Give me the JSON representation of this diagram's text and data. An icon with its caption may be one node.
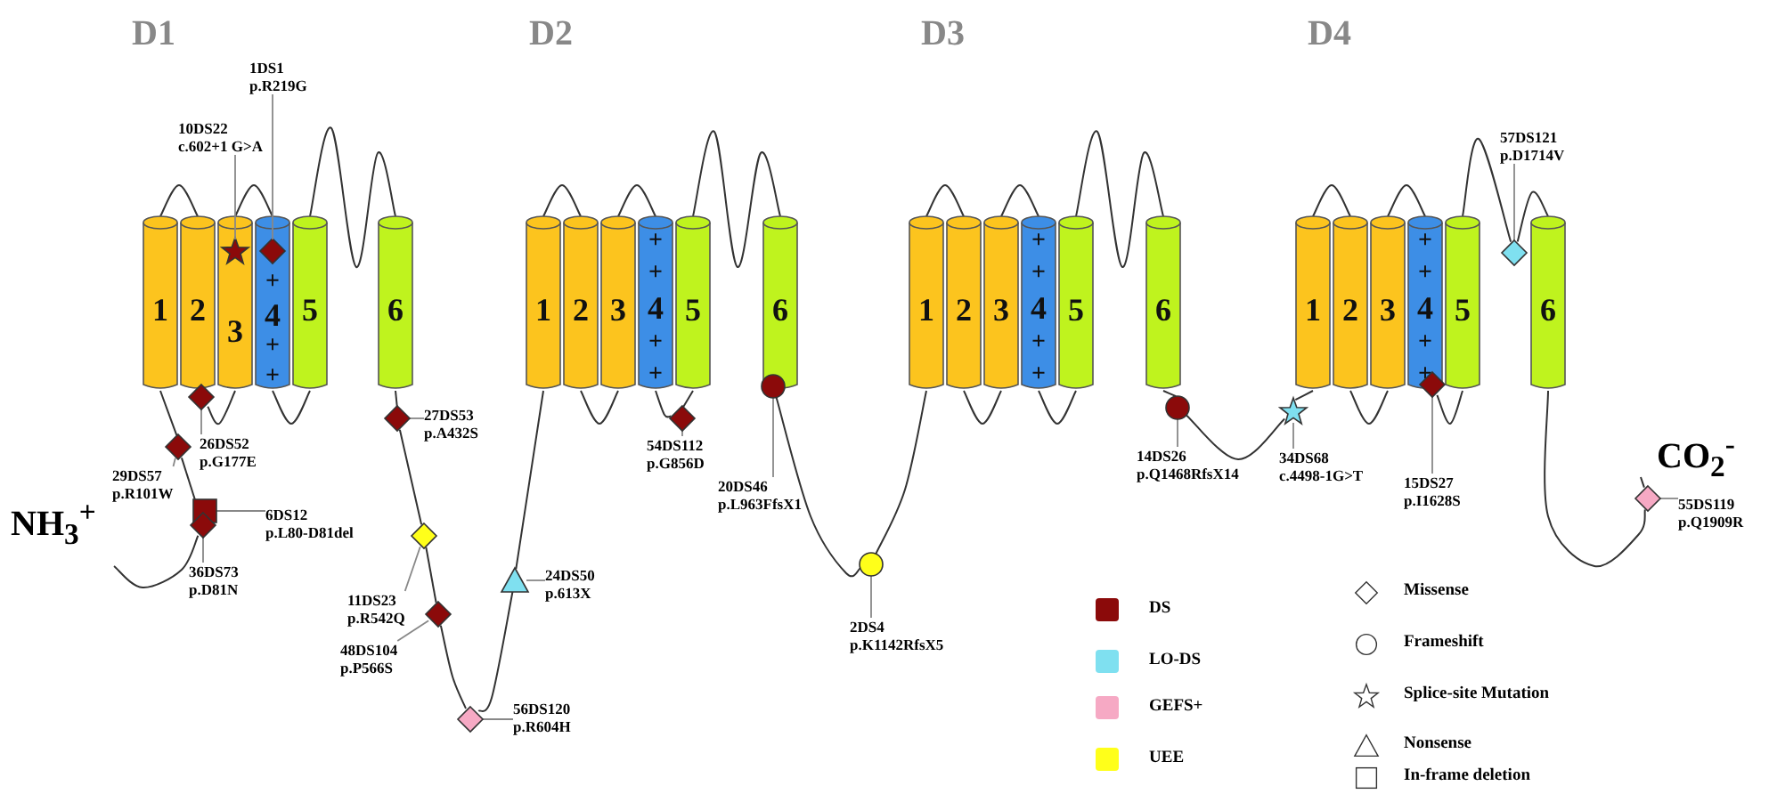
{
  "diagram": {
    "nodes": [
      {
        "text": [
          "1"
        ]
      },
      {
        "text": [
          "2"
        ]
      },
      {
        "text": [
          "3"
        ]
      },
      {
        "text": [
          "+",
          "4",
          "+",
          "+"
        ]
      },
      {
        "text": [
          "5"
        ]
      },
      {
        "text": [
          "6"
        ]
      },
      {
        "text": [
          "1"
        ]
      },
      {
        "text": [
          "2"
        ]
      },
      {
        "text": [
          "3"
        ]
      },
      {
        "text": [
          "+",
          "+",
          "4",
          "+",
          "+"
        ]
      },
      {
        "text": [
          "5"
        ]
      },
      {
        "text": [
          "6"
        ]
      },
      {
        "text": [
          "1"
        ]
      },
      {
        "text": [
          "2"
        ]
      },
      {
        "text": [
          "3"
        ]
      },
      {
        "text": [
          "+",
          "+",
          "4",
          "+",
          "+"
        ]
      },
      {
        "text": [
          "5"
        ]
      },
      {
        "text": [
          "6"
        ]
      },
      {
        "text": [
          "1"
        ]
      },
      {
        "text": [
          "2"
        ]
      },
      {
        "text": [
          "3"
        ]
      },
      {
        "text": [
          "+",
          "+",
          "4",
          "+",
          "+"
        ]
      },
      {
        "text": [
          "5"
        ]
      },
      {
        "text": [
          "6"
        ]
      },
      {
        "text": [
          "1DS1",
          "p.R219G"
        ]
      },
      {
        "text": [],
        "shape": "diamond",
        "in": 3
      },
      {
        "text": [
          "10DS22",
          "c.602+1 G>A"
        ]
      },
      {
        "text": [],
        "shape": "star",
        "in": 2
      },
      {
        "text": [
          "26DS52",
          "p.G177E"
        ]
      },
      {
        "text": [],
        "shape": "diamond"
      },
      {
        "text": [
          "29DS57",
          "p.R101W"
        ]
      },
      {
        "text": [],
        "shape": "diamond"
      },
      {
        "text": [
          "6DS12",
          "p.L80-D81del"
        ]
      },
      {
        "text": [],
        "shape": "box"
      },
      {
        "text": [
          "36DS73",
          "p.D81N"
        ]
      },
      {
        "text": [],
        "shape": "diamond"
      },
      {
        "text": [
          "27DS53",
          "p.A432S"
        ]
      },
      {
        "text": [],
        "shape": "diamond"
      },
      {
        "text": [
          "11DS23",
          "p.R542Q"
        ]
      },
      {
        "text": [],
        "shape": "diamond"
      },
      {
        "text": [
          "48DS104",
          "p.P566S"
        ]
      },
      {
        "text": [],
        "shape": "diamond"
      },
      {
        "text": [
          "56DS120",
          "p.R604H"
        ]
      },
      {
        "text": [],
        "shape": "diamond"
      },
      {
        "text": [
          "24DS50",
          "p.613X"
        ]
      },
      {
        "text": [],
        "shape": "triangle"
      },
      {
        "text": [
          "54DS112",
          "p.G856D"
        ]
      },
      {
        "text": [],
        "shape": "diamond"
      },
      {
        "text": [
          "20DS46",
          "p.L963FfsX1"
        ]
      },
      {
        "text": [],
        "shape": "circle"
      },
      {
        "text": [
          "2DS4",
          "p.K1142RfsX5"
        ]
      },
      {
        "text": [],
        "shape": "circle"
      },
      {
        "text": [
          "14DS26",
          "p.Q1468RfsX14"
        ]
      },
      {
        "text": [],
        "shape": "circle"
      },
      {
        "text": [
          "34DS68",
          "c.4498-1G>T"
        ]
      },
      {
        "text": [],
        "shape": "star"
      },
      {
        "text": [
          "15DS27",
          "p.I1628S"
        ]
      },
      {
        "text": [],
        "shape": "diamond"
      },
      {
        "text": [
          "57DS121",
          "p.D1714V"
        ]
      },
      {
        "text": [],
        "shape": "diamond"
      },
      {
        "text": [
          "55DS119",
          "p.Q1909R"
        ]
      },
      {
        "text": [],
        "shape": "diamond"
      }
    ],
    "edges": [
      {
        "from": 24,
        "to": 25,
        "arrow": "none"
      },
      {
        "from": 26,
        "to": 27,
        "arrow": "none"
      },
      {
        "from": 28,
        "to": 29,
        "arrow": "none"
      },
      {
        "from": 30,
        "to": 31,
        "arrow": "none"
      },
      {
        "from": 32,
        "to": 33,
        "arrow": "none"
      },
      {
        "from": 34,
        "to": 35,
        "arrow": "none"
      },
      {
        "from": 36,
        "to": 37,
        "arrow": "none"
      },
      {
        "from": 38,
        "to": 39,
        "arrow": "none"
      },
      {
        "from": 40,
        "to": 41,
        "arrow": "none"
      },
      {
        "from": 42,
        "to": 43,
        "arrow": "none"
      },
      {
        "from": 44,
        "to": 45,
        "arrow": "none"
      },
      {
        "from": 46,
        "to": 47,
        "arrow": "none"
      },
      {
        "from": 48,
        "to": 49,
        "arrow": "none"
      },
      {
        "from": 50,
        "to": 51,
        "arrow": "none"
      },
      {
        "from": 52,
        "to": 53,
        "arrow": "none"
      },
      {
        "from": 54,
        "to": 55,
        "arrow": "none"
      },
      {
        "from": 56,
        "to": 57,
        "arrow": "none"
      },
      {
        "from": 58,
        "to": 59,
        "arrow": "none"
      },
      {
        "from": 60,
        "to": 61,
        "arrow": "none"
      },
      {
        "from": null,
        "to": 35,
        "arrow": "none"
      },
      {
        "from": 35,
        "to": 31,
        "arrow": "none"
      },
      {
        "from": 31,
        "to": 0,
        "arrow": "none"
      },
      {
        "from": 0,
        "to": 1,
        "arrow": "none"
      },
      {
        "from": 29,
        "to": 2,
        "arrow": "none"
      },
      {
        "from": 2,
        "to": 3,
        "arrow": "none"
      },
      {
        "from": 3,
        "to": 4,
        "arrow": "none"
      },
      {
        "from": 4,
        "to": 5,
        "arrow": "none"
      },
      {
        "from": 5,
        "to": 37,
        "arrow": "none"
      },
      {
        "from": 37,
        "to": 39,
        "arrow": "none"
      },
      {
        "from": 39,
        "to": 41,
        "arrow": "none"
      },
      {
        "from": 41,
        "to": 43,
        "arrow": "none"
      },
      {
        "from": 43,
        "to": 45,
        "arrow": "none"
      },
      {
        "from": 45,
        "to": 6,
        "arrow": "none"
      },
      {
        "from": 6,
        "to": 7,
        "arrow": "none"
      },
      {
        "from": 7,
        "to": 8,
        "arrow": "none"
      },
      {
        "from": 8,
        "to": 9,
        "arrow": "none"
      },
      {
        "from": 9,
        "to": 47,
        "arrow": "none"
      },
      {
        "from": 47,
        "to": 10,
        "arrow": "none"
      },
      {
        "from": 10,
        "to": 11,
        "arrow": "none"
      },
      {
        "from": 49,
        "to": 51,
        "arrow": "none"
      },
      {
        "from": 51,
        "to": 12,
        "arrow": "none"
      },
      {
        "from": 12,
        "to": 13,
        "arrow": "none"
      },
      {
        "from": 13,
        "to": 14,
        "arrow": "none"
      },
      {
        "from": 14,
        "to": 15,
        "arrow": "none"
      },
      {
        "from": 15,
        "to": 16,
        "arrow": "none"
      },
      {
        "from": 16,
        "to": 17,
        "arrow": "none"
      },
      {
        "from": 17,
        "to": 53,
        "arrow": "none"
      },
      {
        "from": 53,
        "to": 55,
        "arrow": "none"
      },
      {
        "from": 55,
        "to": 18,
        "arrow": "none"
      },
      {
        "from": 18,
        "to": 19,
        "arrow": "none"
      },
      {
        "from": 19,
        "to": 20,
        "arrow": "none"
      },
      {
        "from": 20,
        "to": 21,
        "arrow": "none"
      },
      {
        "from": 57,
        "to": 22,
        "arrow": "none"
      },
      {
        "from": 22,
        "to": 59,
        "arrow": "none"
      },
      {
        "from": 59,
        "to": 23,
        "arrow": "none"
      },
      {
        "from": 23,
        "to": 61,
        "arrow": "none"
      },
      {
        "from": 61,
        "to": null,
        "arrow": "none"
      }
    ],
    "labels": [
      "D1",
      "D2",
      "D3",
      "D4",
      "NH$_{3}$$^{+}$",
      "CO$_{2}$$^{-}$"
    ],
    "legend": [
      {
        "text": "DS",
        "color": "#8b0a0a"
      },
      {
        "text": "LO-DS",
        "color": "#7fe0f0"
      },
      {
        "text": "GEFS+",
        "color": "#f6a9c4"
      },
      {
        "text": "UEE",
        "color": "#ffff1a"
      },
      {
        "text": "Missense"
      },
      {
        "text": "Frameshift"
      },
      {
        "text": "Splice-site Mutation"
      },
      {
        "text": "Nonsense"
      },
      {
        "text": "In-frame deletion"
      }
    ]
  }
}
